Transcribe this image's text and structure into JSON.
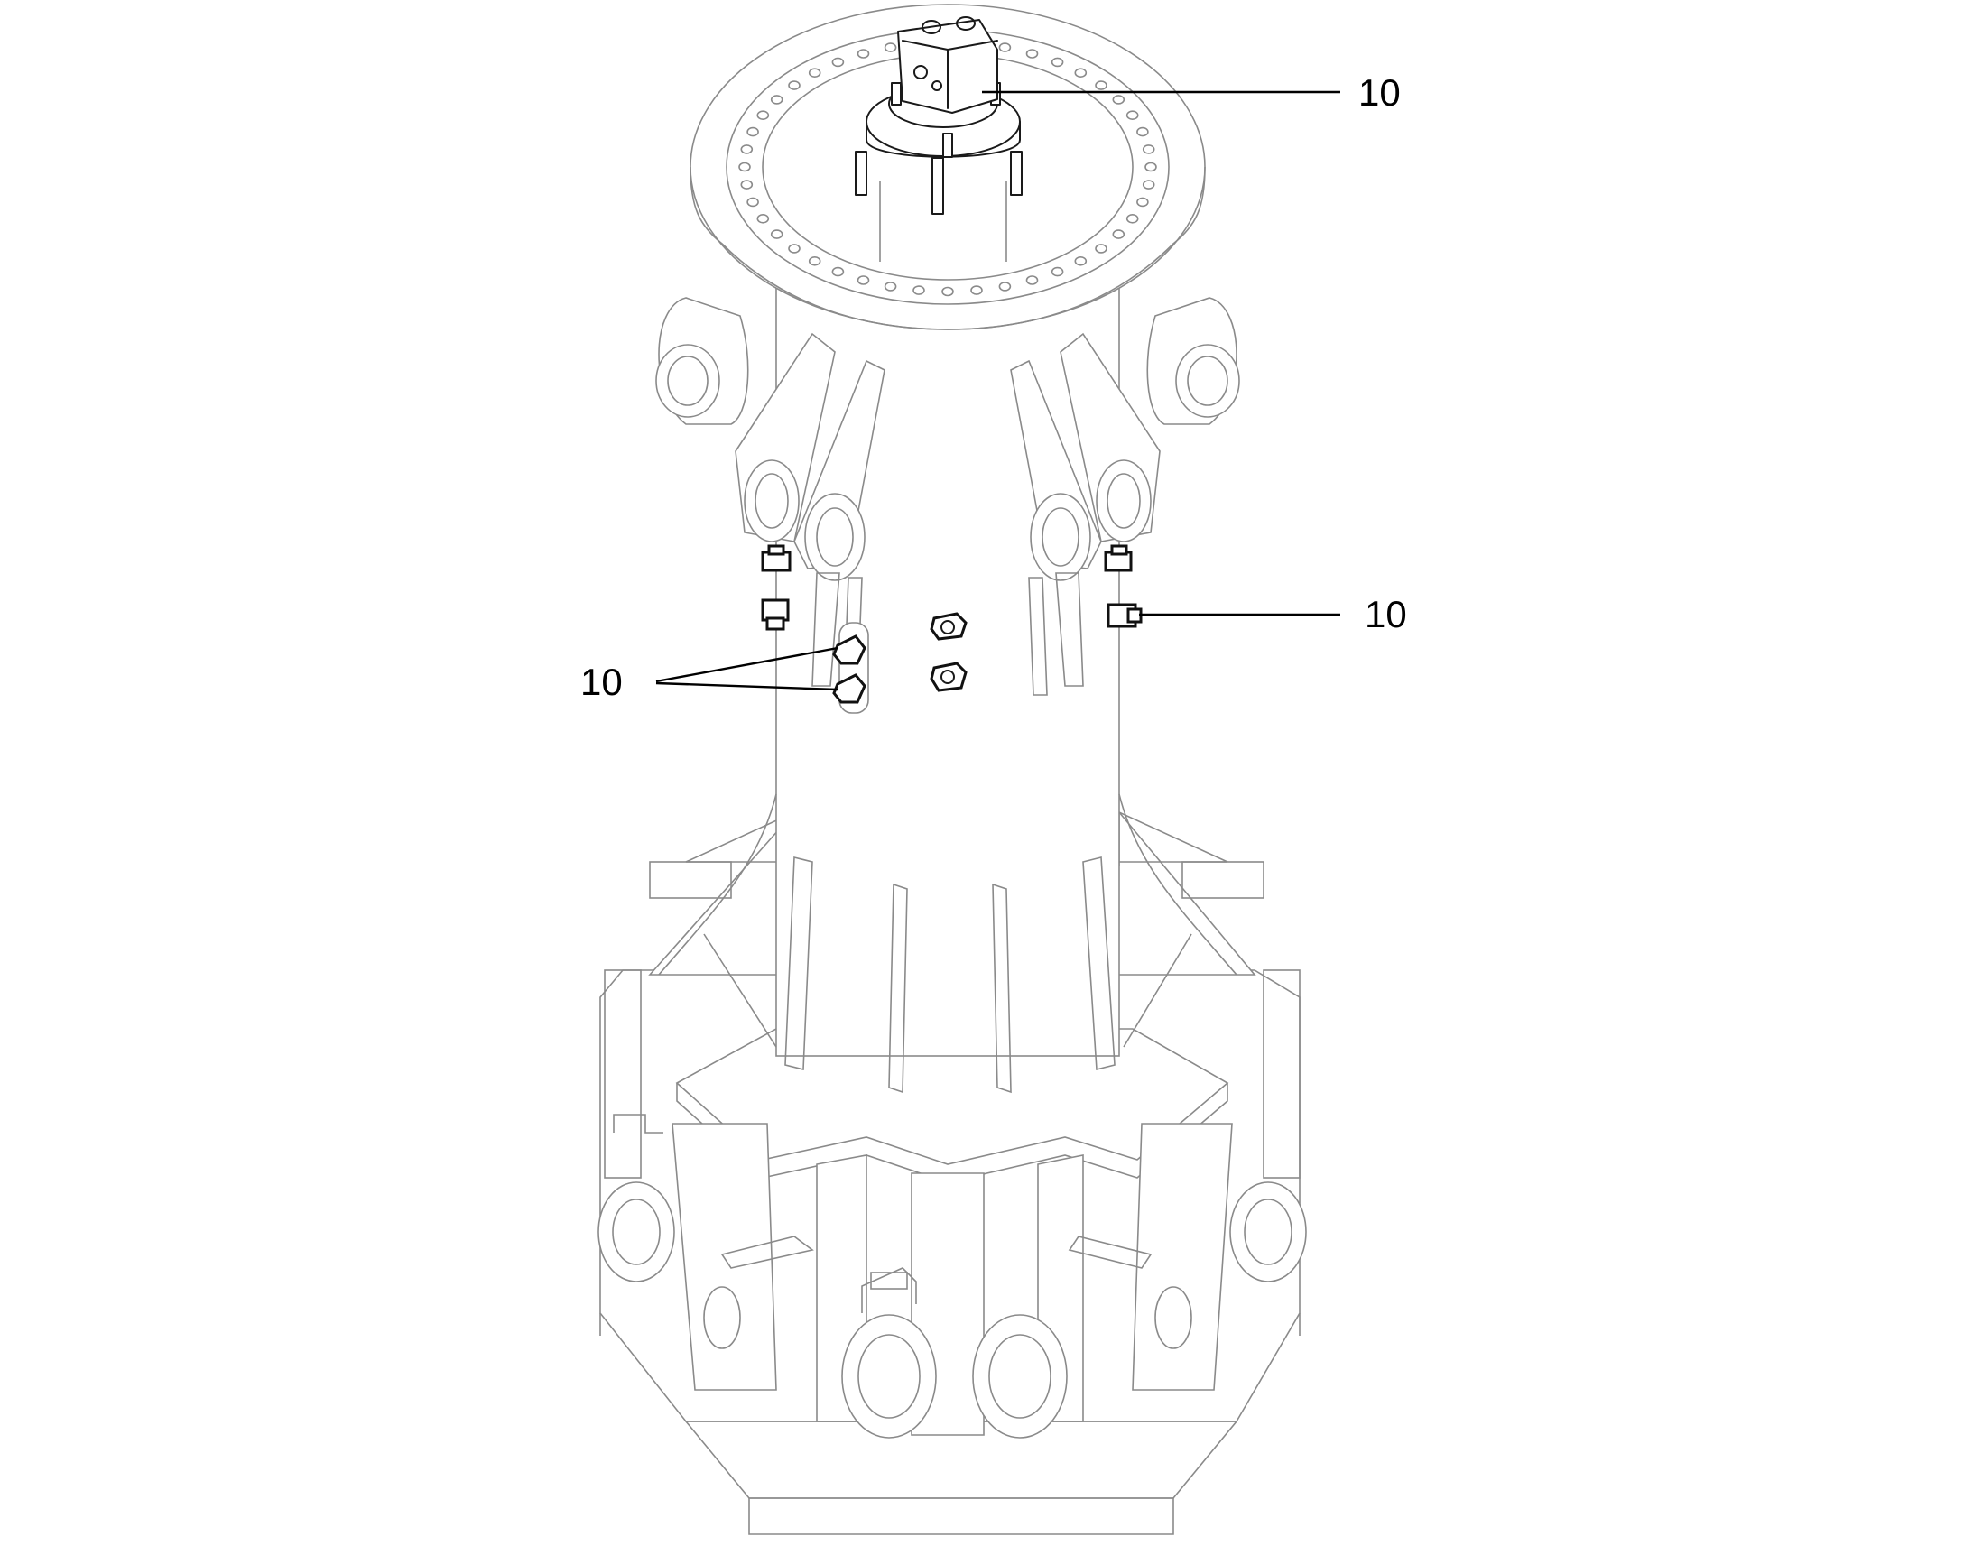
{
  "callouts": [
    {
      "id": "top",
      "label": "10"
    },
    {
      "id": "right",
      "label": "10"
    },
    {
      "id": "left",
      "label": "10"
    }
  ]
}
